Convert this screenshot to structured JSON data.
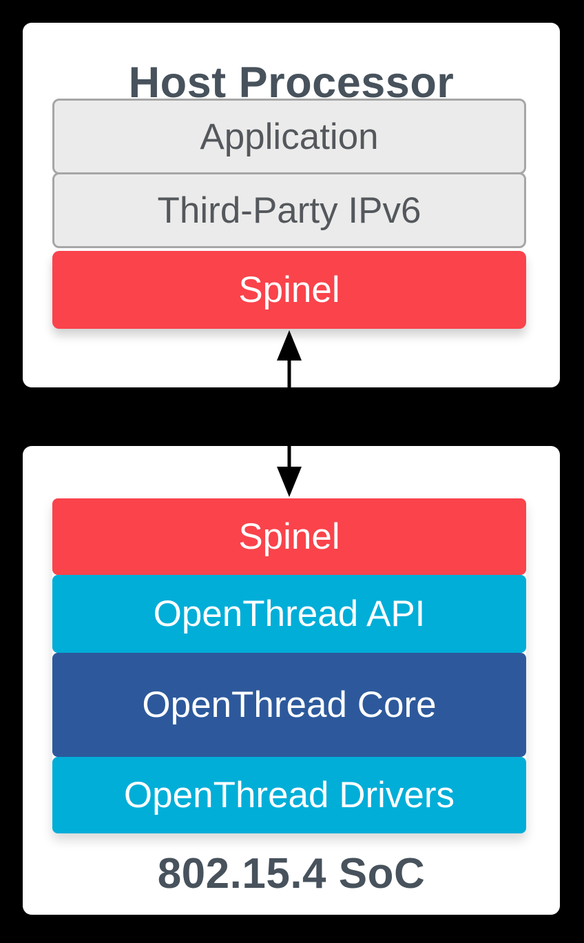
{
  "colors": {
    "background": "#000000",
    "card": "#FFFFFF",
    "heading": "#47525C",
    "gray_fill": "#EBEBEB",
    "gray_border": "#A6A6A6",
    "gray_text": "#54585C",
    "red": "#FA434B",
    "cyan": "#00AED8",
    "blue": "#2D599C",
    "bar_text": "#FFFFFF",
    "arrow": "#000000"
  },
  "host": {
    "title": "Host Processor",
    "layers": [
      {
        "label": "Application",
        "style": "gray"
      },
      {
        "label": "Third-Party IPv6",
        "style": "gray"
      },
      {
        "label": "Spinel",
        "style": "red"
      }
    ]
  },
  "soc": {
    "title": "802.15.4 SoC",
    "layers": [
      {
        "label": "Spinel",
        "style": "red"
      },
      {
        "label": "OpenThread API",
        "style": "cyan"
      },
      {
        "label": "OpenThread Core",
        "style": "blue"
      },
      {
        "label": "OpenThread Drivers",
        "style": "cyan"
      }
    ]
  },
  "arrow": {
    "name": "bidirectional-arrow"
  }
}
